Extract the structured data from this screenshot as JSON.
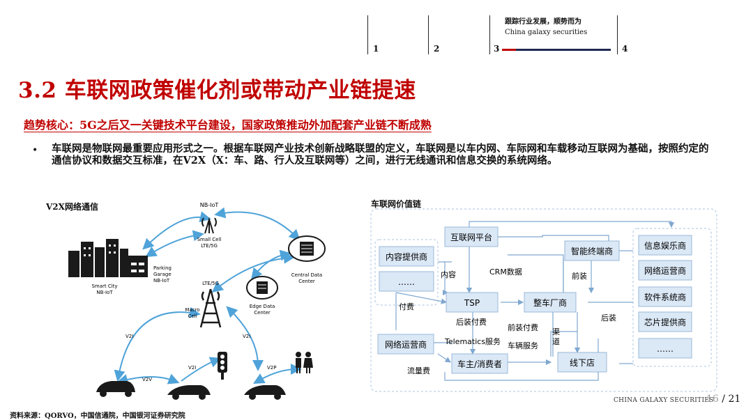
{
  "nav": {
    "items": [
      "1",
      "2",
      "3",
      "4"
    ],
    "slogan_cn": "跟踪行业发展，顺势而为",
    "slogan_en": "China galaxy securities"
  },
  "title": "3.2 车联网政策催化剂或带动产业链提速",
  "subtitle": "趋势核心：5G之后又一关键技术平台建设，国家政策推动外加配套产业链不断成熟",
  "bullet": "车联网是物联网最重要应用形式之一。根据车联网产业技术创新战略联盟的定义，车联网是以车内网、车际网和车载移动互联网为基础，按照约定的通信协议和数据交互标准，在V2X（X：车、路、行人及互联网等）之间，进行无线通讯和信息交换的系统网络。",
  "left_diagram": {
    "title": "V2X网络通信",
    "labels": {
      "nbiot_top": "NB-IoT",
      "small_cell_1": "Small Cell",
      "small_cell_2": "LTE/5G",
      "parking_1": "Parking",
      "parking_2": "Garage",
      "parking_3": "NB-IoT",
      "smart_city_1": "Smart City",
      "smart_city_2": "NB-IoT",
      "lte5g": "LTE/5G",
      "macro_1": "Macro",
      "macro_2": "Cell",
      "central_1": "Central Data",
      "central_2": "Center",
      "edge_1": "Edge Data",
      "edge_2": "Center",
      "v2i_left": "V2I",
      "v2i_right": "V2I",
      "v2i_mid": "V2I",
      "v2v": "V2V",
      "v2p": "V2P"
    }
  },
  "right_diagram": {
    "title": "车联网价值链",
    "boxes": {
      "internet_platform": "互联网平台",
      "content_provider": "内容提供商",
      "content_more": "……",
      "tsp": "TSP",
      "network_operator": "网络运营商",
      "owner": "车主/消费者",
      "smart_terminal": "智能终端商",
      "oem": "整车厂商",
      "offline_store": "线下店",
      "infotainment": "信息娱乐商",
      "net_operator_r": "网络运营商",
      "software": "软件系统商",
      "chip": "芯片提供商",
      "right_more": "……"
    },
    "edge_labels": {
      "content": "内容",
      "crm": "CRM数据",
      "pay": "付费",
      "front_pay_tsp": "后装付费",
      "telematics": "Telematics服务",
      "traffic": "流量费",
      "front_pay": "前装付费",
      "car_service": "车辆服务",
      "channel_1": "渠",
      "channel_2": "道",
      "front_install": "前装",
      "after_install": "后装"
    }
  },
  "footer": {
    "source": "资料来源：QORVO，中国信通院，中国银河证券研究院",
    "brand": "CHINA GALAXY SECURITIES",
    "page_current": "16",
    "page_sep": " / ",
    "page_total": "21"
  },
  "colors": {
    "accent_red": "#c00000",
    "navy": "#1f2a52",
    "box_fill": "#dbe8f6",
    "box_stroke": "#9ab8d8",
    "arrow_blue": "#4fa3d9"
  }
}
